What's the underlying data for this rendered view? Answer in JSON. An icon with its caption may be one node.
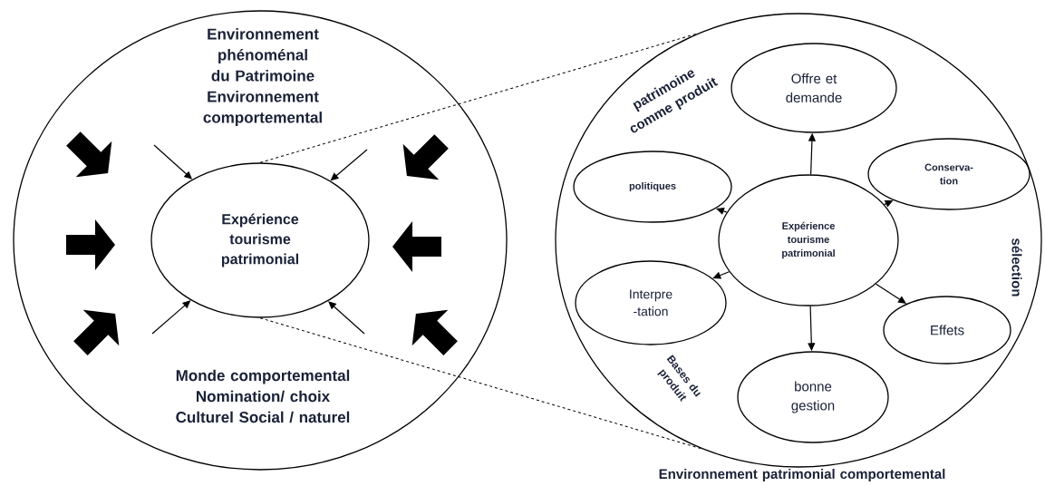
{
  "diagram": {
    "nodes": [
      {
        "text": [
          "Environnement phénoménal du Patrimoine Environnement comportemental",
          "Monde comportemental Nomination/ choix Culturel Social / naturel"
        ]
      },
      {
        "text": [
          "Expérience tourisme patrimonial"
        ],
        "in": 0
      },
      {
        "text": [
          "patrimoine comme produit",
          "sélection",
          "Bases du produit",
          "Environnement patrimonial comportemental"
        ]
      },
      {
        "text": [
          "Expérience tourisme patrimonial"
        ],
        "in": 2
      },
      {
        "text": [
          "Offre et demande"
        ],
        "in": 2
      },
      {
        "text": [
          "politiques"
        ],
        "in": 2
      },
      {
        "text": [
          "Conserva- tion"
        ],
        "in": 2
      },
      {
        "text": [
          "Interpre -tation"
        ],
        "in": 2
      },
      {
        "text": [
          "Effets"
        ],
        "in": 2
      },
      {
        "text": [
          "bonne gestion"
        ],
        "in": 2
      }
    ],
    "edges": [
      {
        "from": null,
        "to": 1,
        "arrow": "to"
      },
      {
        "from": null,
        "to": 1,
        "arrow": "to"
      },
      {
        "from": null,
        "to": 1,
        "arrow": "to"
      },
      {
        "from": null,
        "to": 1,
        "arrow": "to"
      },
      {
        "from": 1,
        "to": 2,
        "arrow": "none",
        "style": "dashed"
      },
      {
        "from": 1,
        "to": 2,
        "arrow": "none",
        "style": "dashed"
      },
      {
        "from": 3,
        "to": 4,
        "arrow": "to"
      },
      {
        "from": 3,
        "to": 5,
        "arrow": "to"
      },
      {
        "from": 3,
        "to": 6,
        "arrow": "to"
      },
      {
        "from": 3,
        "to": 7,
        "arrow": "to"
      },
      {
        "from": 3,
        "to": 8,
        "arrow": "to"
      },
      {
        "from": 3,
        "to": 9,
        "arrow": "to"
      }
    ]
  }
}
